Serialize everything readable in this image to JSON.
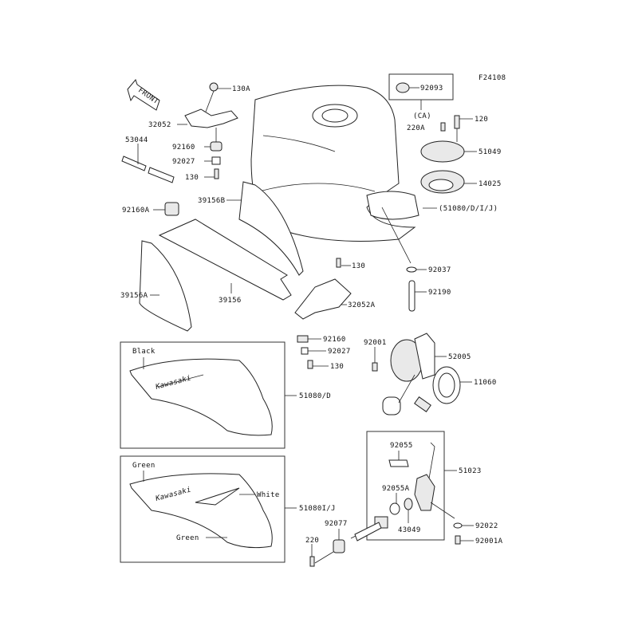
{
  "diagram_code": "F24108",
  "front_marker": "FRONT",
  "logo_text": "Kawasaki",
  "labels": {
    "p130A": "130A",
    "p32052": "32052",
    "p53044": "53044",
    "p92160_top": "92160",
    "p92027_top": "92027",
    "p130_top": "130",
    "p39156B": "39156B",
    "p92160A": "92160A",
    "p39156A": "39156A",
    "p39156": "39156",
    "p92093": "92093",
    "pCA": "(CA)",
    "p220A": "220A",
    "p120": "120",
    "p51049": "51049",
    "p14025": "14025",
    "p51080_all": "(51080/D/I/J)",
    "p130_mid": "130",
    "p92037": "92037",
    "p92190": "92190",
    "p32052A": "32052A",
    "p92160_mid": "92160",
    "p92027_mid": "92027",
    "p130_low": "130",
    "p92001": "92001",
    "p52005": "52005",
    "p11060": "11060",
    "p51080D": "51080/D",
    "p51080IJ": "51080I/J",
    "p92077": "92077",
    "p220": "220",
    "p92055": "92055",
    "p51023": "51023",
    "p92055A": "92055A",
    "p43049": "43049",
    "p92022": "92022",
    "p92001A": "92001A"
  },
  "colors_notes": {
    "black_variant": "Black",
    "green_top": "Green",
    "white": "White",
    "green_bottom": "Green"
  }
}
